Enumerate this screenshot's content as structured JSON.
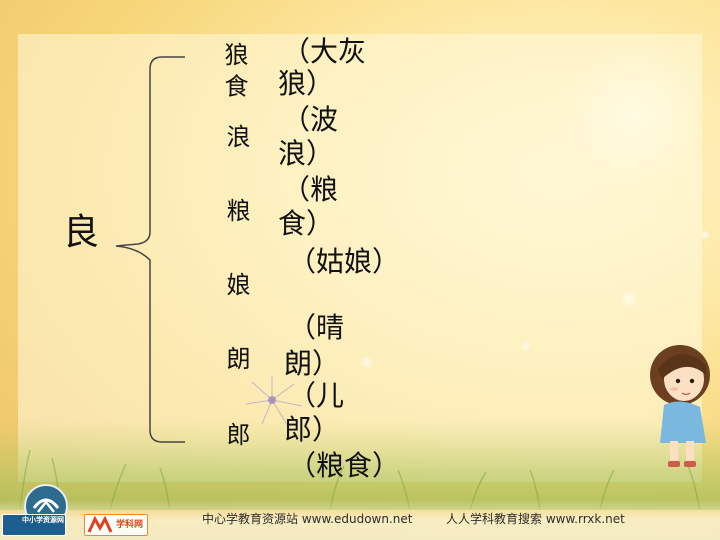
{
  "root": "良",
  "vertical_words": [
    "狼 食",
    "浪",
    "粮",
    "娘",
    "朗",
    "郎"
  ],
  "examples": [
    {
      "line1": "（大灰",
      "line2": "狼）"
    },
    {
      "line1": "（波",
      "line2": "浪）"
    },
    {
      "line1": "（粮",
      "line2": "食）"
    },
    {
      "line1": "（姑娘）"
    },
    {
      "line1": "（晴",
      "line2": "朗）"
    },
    {
      "line1": "（儿",
      "line2": "郎）"
    },
    {
      "line1": "（粮食）"
    }
  ],
  "footer": {
    "left_logo_text": "中小学资源网",
    "right_logo_text": "学科网",
    "site1": "中心学教育资源站 www.edudown.net",
    "site2": "人人学科教育搜索 www.rrxk.net"
  },
  "colors": {
    "text": "#111111",
    "brace": "#444444",
    "background": "#f7d67a"
  }
}
